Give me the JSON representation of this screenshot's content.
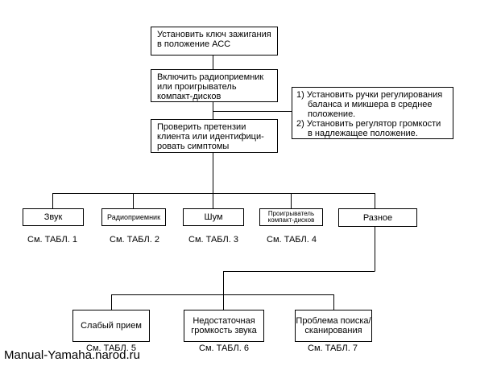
{
  "steps": {
    "step1": "Установить ключ зажигания в положение АСС",
    "step2": "Включить радиоприемник или проигрыватель компакт-дисков",
    "step3": "Проверить претензии клиента или идентифици-ровать симптомы"
  },
  "note": {
    "item1_line1": "1) Установить ручки регулирования",
    "item1_line2": "баланса и микшера в среднее",
    "item1_line3": "положение.",
    "item2_line1": "2) Установить регулятор громкости",
    "item2_line2": "в надлежащее положение."
  },
  "categories": [
    {
      "label": "Звук",
      "ref": "См. ТАБЛ. 1"
    },
    {
      "label": "Радиоприемник",
      "ref": "См. ТАБЛ. 2"
    },
    {
      "label": "Шум",
      "ref": "См. ТАБЛ. 3"
    },
    {
      "label": "Проигрыватель компакт-дисков",
      "ref": "См. ТАБЛ. 4"
    },
    {
      "label": "Разное",
      "ref": ""
    }
  ],
  "misc": [
    {
      "label": "Слабый прием",
      "ref": "См. ТАБЛ. 5"
    },
    {
      "label": "Недостаточная громкость звука",
      "ref": "См. ТАБЛ. 6"
    },
    {
      "label": "Проблема поиска/ сканирования",
      "ref": "См. ТАБЛ. 7"
    }
  ],
  "watermark": "Manual-Yamaha.narod.ru"
}
